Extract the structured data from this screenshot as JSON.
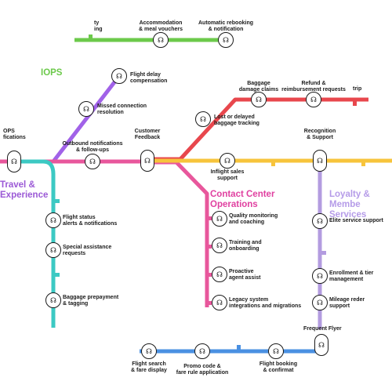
{
  "colors": {
    "green": "#6cc94b",
    "purple": "#a162e8",
    "pink": "#e8579c",
    "teal": "#3cc9c3",
    "red": "#e8474d",
    "yellow": "#f7c43c",
    "lavender": "#b39ce0",
    "blue": "#4a90e2",
    "pink_title": "#e040a0",
    "green_title": "#6cc94b",
    "purple_title": "#9b59d6",
    "lavender_title": "#b59be8"
  },
  "titles": {
    "irops": "IOPS",
    "travel_experience": "Travel &\nExperience",
    "contact_center": "Contact Center\nOperations",
    "loyalty": "Loyalty & Membe\nServices"
  },
  "stations": {
    "top_left": "ty\ning",
    "accommodation": "Accommodation\n& meal vouchers",
    "automatic_rebooking": "Automatic rebooking\n& notification",
    "flight_delay_compensation": "Flight delay\ncompensation",
    "missed_connection": "Missed connection\nresolution",
    "baggage_damage": "Baggage\ndamage claims",
    "refund_reimbursement": "Refund &\nreimbursement requests",
    "trip": "trip",
    "lost_delayed_baggage": "Lost or delayed\nbaggage tracking",
    "irops_notifications": "OPS\nfications",
    "outbound_notifications": "Outbound notifications\n& follow-ups",
    "customer_feedback": "Customer\nFeedback",
    "recognition_support": "Recognition\n& Support",
    "inflight_sales": "Inflight sales\nsupport",
    "flight_status": "Flight status\nalerts & notifications",
    "special_assistance": "Special assistance\nrequests",
    "baggage_prepayment": "Baggage prepayment\n& tagging",
    "quality_monitoring": "Quality monitoring\nand coaching",
    "training_onboarding": "Training and\nonboarding",
    "proactive_agent": "Proactive\nagent assist",
    "legacy_system": "Legacy system\nintegrations and migrations",
    "elite_service": "Elite service support",
    "enrollment_tier": "Enrollment & tier\nmanagement",
    "mileage_redemption": "Mileage reder\nsupport",
    "frequent_flyer": "Frequent Flyer",
    "flight_search": "Flight search\n& fare display",
    "promo_code": "Promo code &\nfare rule application",
    "flight_booking": "Flight booking\n& confirmat"
  },
  "icons": {
    "station": "agent-headset-icon",
    "glyph": "☊"
  }
}
